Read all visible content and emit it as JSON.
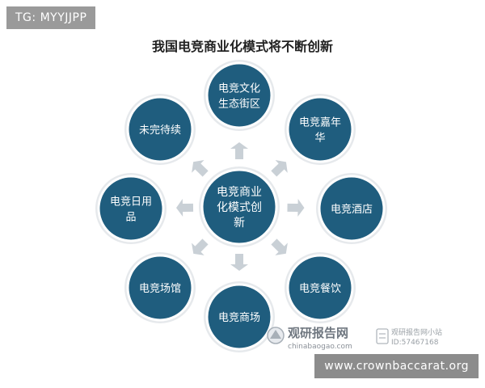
{
  "badge": {
    "text": "TG: MYYJJPP"
  },
  "title": "我国电竞商业化模式将不断创新",
  "center": {
    "lines": [
      "电竞商业",
      "化模式创",
      "新"
    ]
  },
  "nodes": [
    {
      "id": "top",
      "lines": [
        "电竞文化",
        "生态街区"
      ]
    },
    {
      "id": "top-right",
      "lines": [
        "电竞嘉年",
        "华"
      ]
    },
    {
      "id": "right",
      "lines": [
        "电竞酒店"
      ]
    },
    {
      "id": "bottom-right",
      "lines": [
        "电竞餐饮"
      ]
    },
    {
      "id": "bottom",
      "lines": [
        "电竞商场"
      ]
    },
    {
      "id": "bottom-left",
      "lines": [
        "电竞场馆"
      ]
    },
    {
      "id": "left",
      "lines": [
        "电竞日用",
        "品"
      ]
    },
    {
      "id": "top-left",
      "lines": [
        "未完待续"
      ]
    }
  ],
  "watermark": {
    "brand": "观研报告网",
    "url": "chinabaogao.com",
    "side_name": "观研报告网小站",
    "side_id": "ID:57467168"
  },
  "footer": {
    "text": "www.crownbaccarat.org"
  }
}
